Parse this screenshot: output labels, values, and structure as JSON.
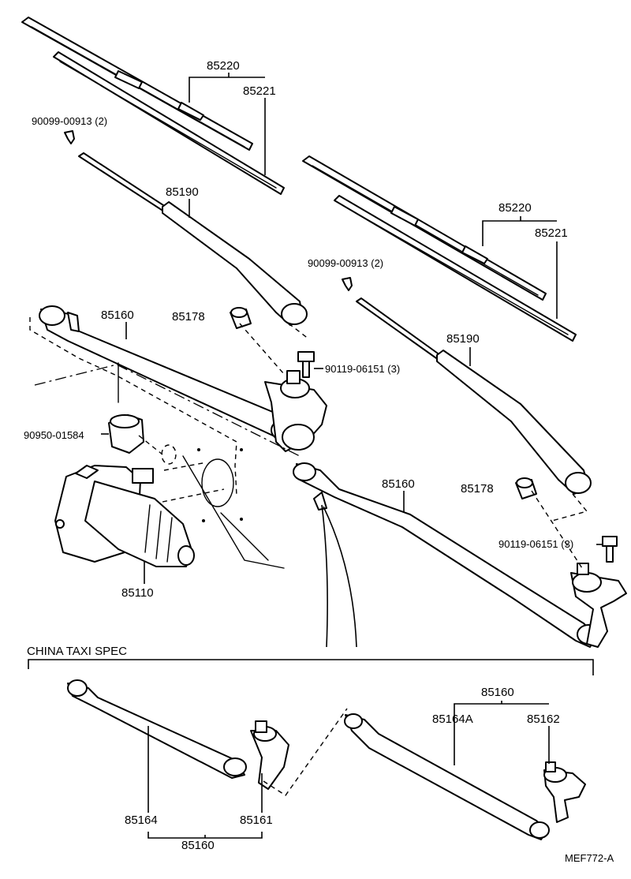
{
  "diagram": {
    "section_label": "CHINA TAXI SPEC",
    "figure_code": "MEF772-A",
    "labels": {
      "blade_assy_left": "85220",
      "blade_refill_left": "85221",
      "screw_left": "90099-00913 (2)",
      "arm_left": "85190",
      "cap_left": "85178",
      "link_main": "85160",
      "bolt_left": "90119-06151 (3)",
      "grommet": "90950-01584",
      "motor": "85110",
      "blade_assy_right": "85220",
      "blade_refill_right": "85221",
      "screw_right": "90099-00913 (2)",
      "arm_right": "85190",
      "cap_right": "85178",
      "link_lower": "85160",
      "bolt_right": "90119-06151 (3)",
      "china_rod_left": "85164",
      "china_crank_left": "85161",
      "china_link_left": "85160",
      "china_link_right": "85160",
      "china_rod_right": "85164A",
      "china_crank_right": "85162"
    }
  }
}
